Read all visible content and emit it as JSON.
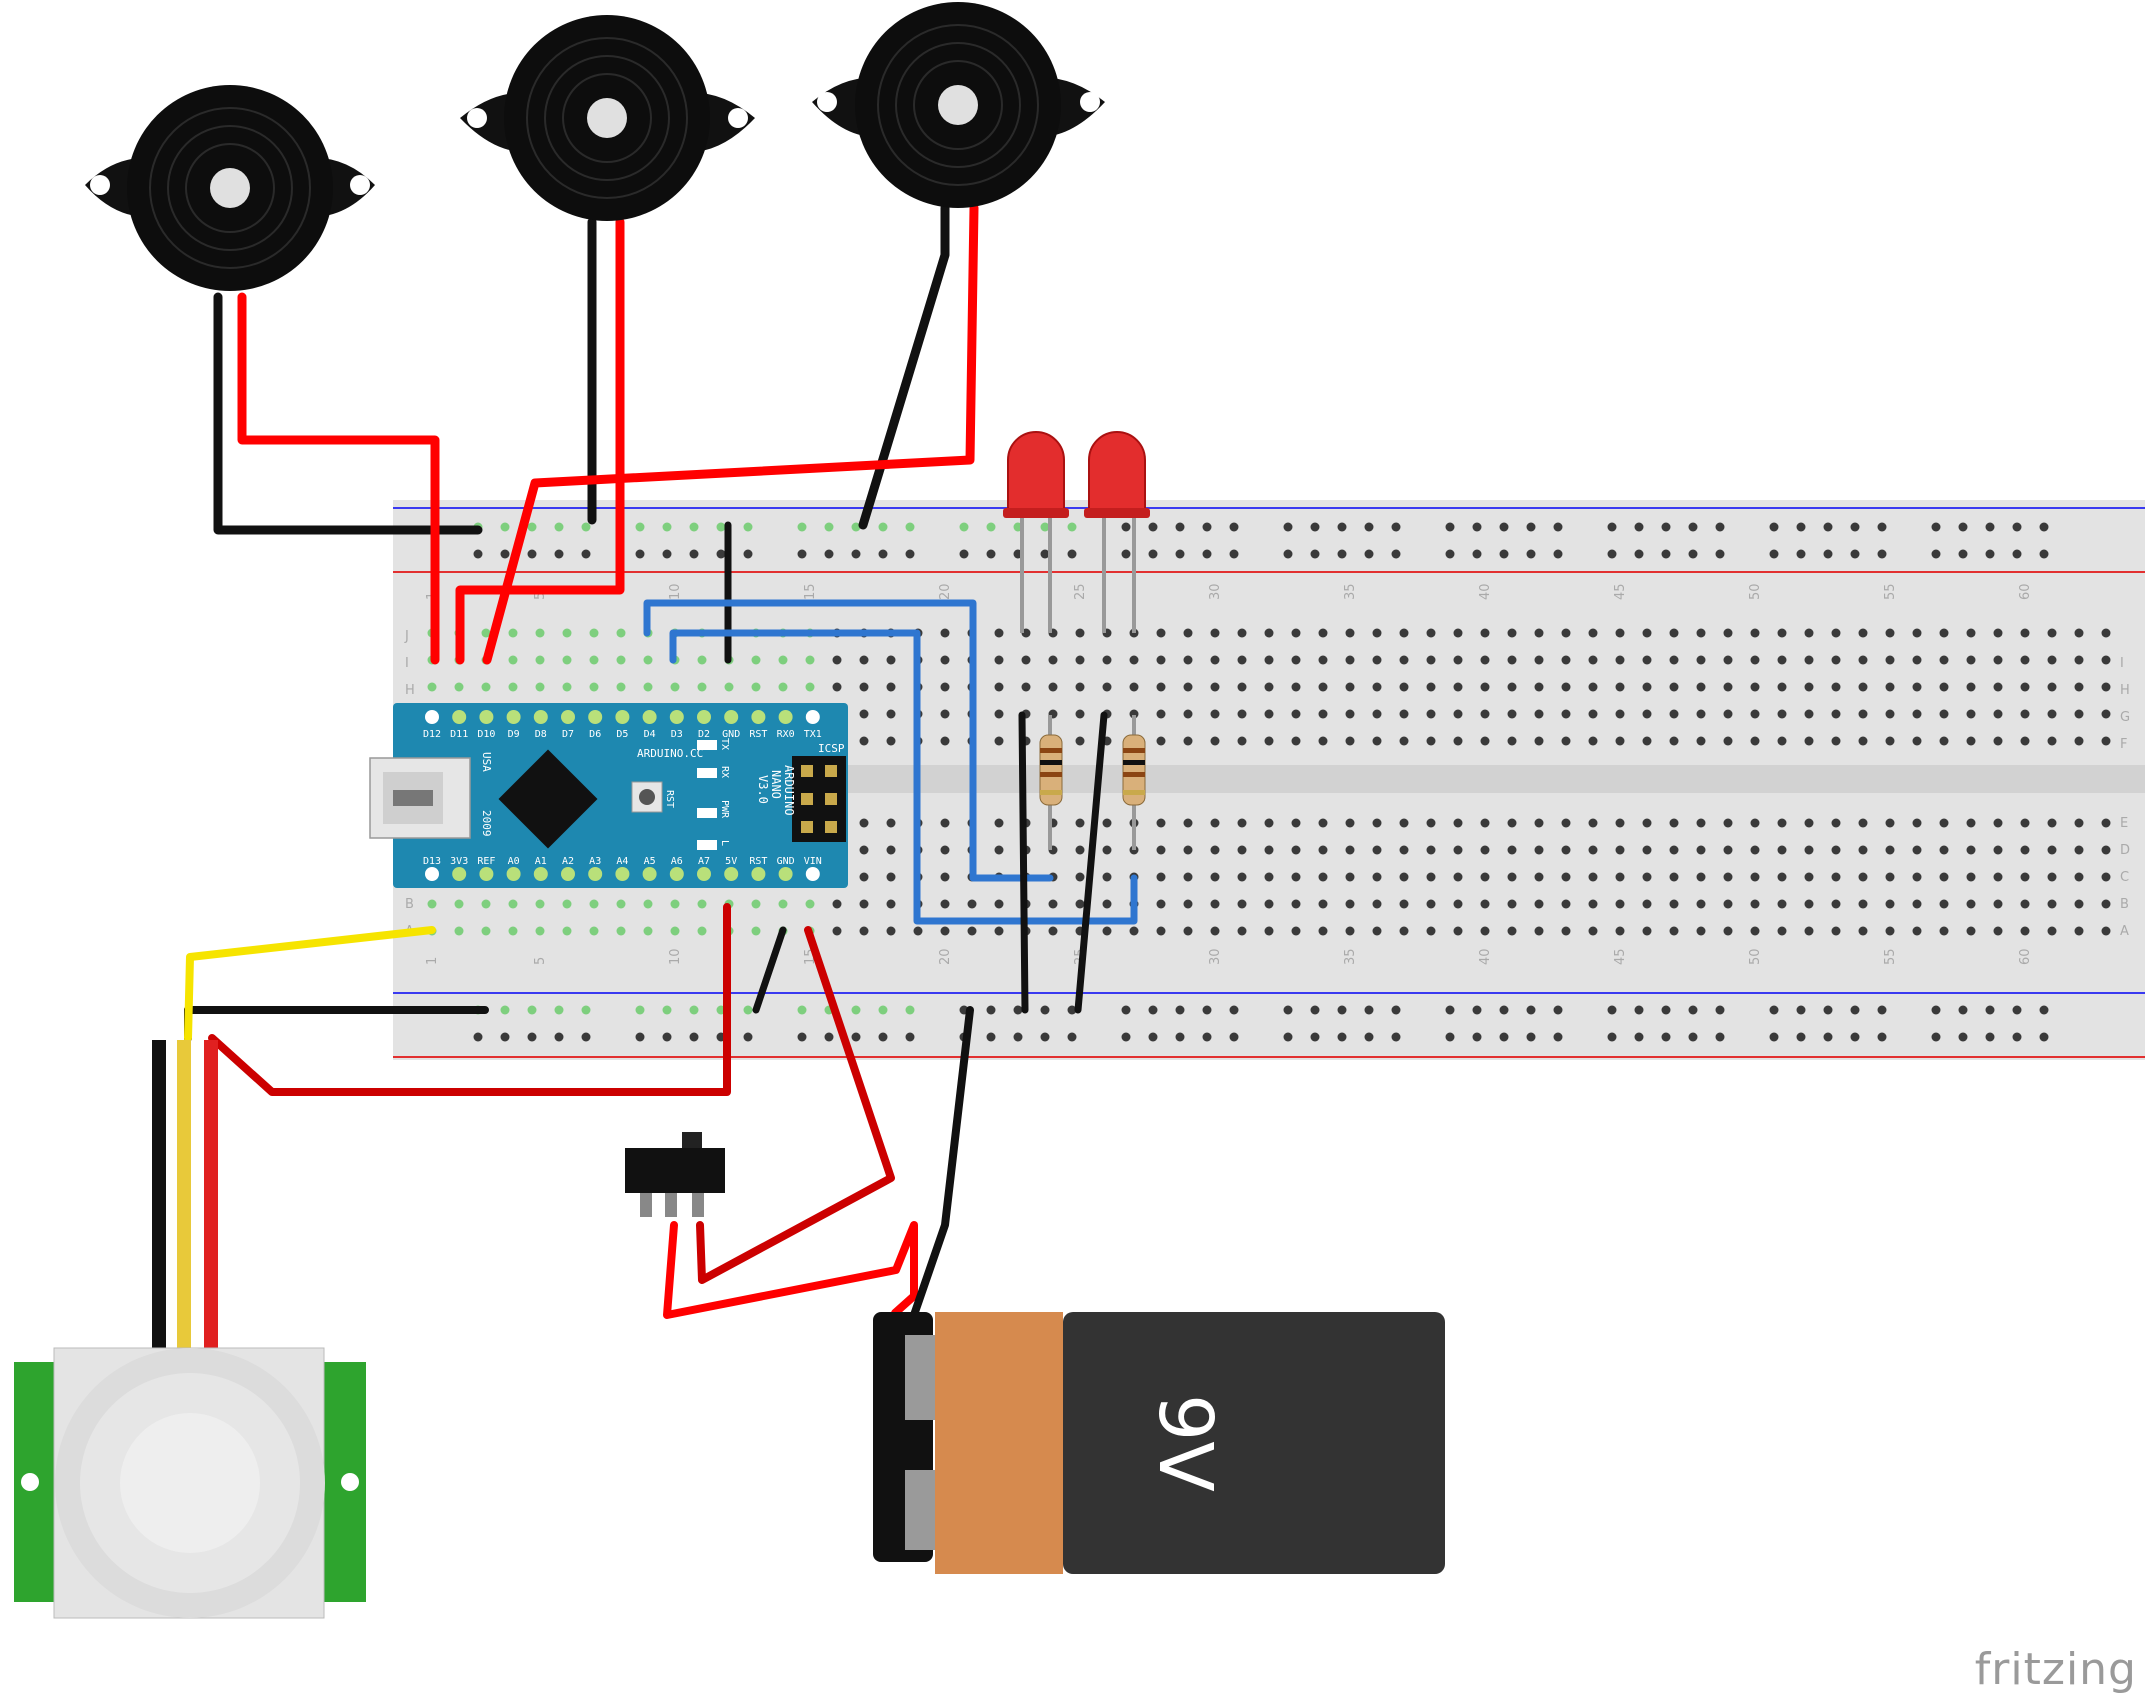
{
  "software": {
    "brand": "fritzing"
  },
  "breadboard": {
    "row_letters_top": [
      "J",
      "I",
      "H",
      "G",
      "F"
    ],
    "row_letters_bottom": [
      "E",
      "D",
      "C",
      "B",
      "A"
    ],
    "column_numbers": [
      "1",
      "5",
      "10",
      "15",
      "20",
      "25",
      "30",
      "35",
      "40",
      "45",
      "50",
      "55",
      "60"
    ]
  },
  "arduino": {
    "top_pins": [
      "D12",
      "D11",
      "D10",
      "D9",
      "D8",
      "D7",
      "D6",
      "D5",
      "D4",
      "D3",
      "D2",
      "GND",
      "RST",
      "RX0",
      "TX1"
    ],
    "bottom_pins": [
      "D13",
      "3V3",
      "REF",
      "A0",
      "A1",
      "A2",
      "A3",
      "A4",
      "A5",
      "A6",
      "A7",
      "5V",
      "RST",
      "GND",
      "VIN"
    ],
    "brand_text": "ARDUINO.CC",
    "model_lines": [
      "ARDUINO",
      "NANO",
      "V3.0"
    ],
    "year": "2009",
    "usa": "USA",
    "icsp": "ICSP",
    "rst_button": "RST",
    "leds": [
      "TX",
      "RX",
      "PWR",
      "L"
    ]
  },
  "battery": {
    "label": "9V",
    "colors": {
      "cap": "#d68a4e",
      "body": "#333333"
    }
  },
  "colors": {
    "wire_red": "#ff0000",
    "wire_black": "#111111",
    "wire_blue": "#2f76d0",
    "wire_yellow": "#f6e400",
    "nano_blue": "#1e88b0",
    "pir_green": "#2ea42e"
  }
}
